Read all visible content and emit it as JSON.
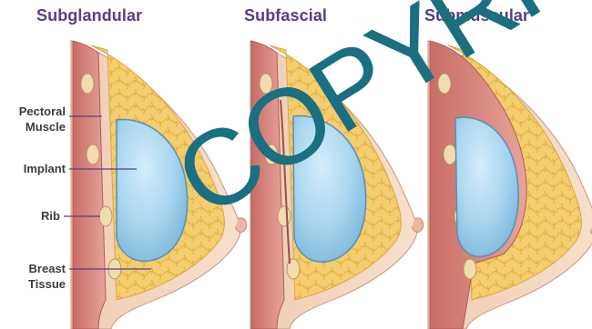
{
  "panels": [
    {
      "title": "Subglandular"
    },
    {
      "title": "Subfascial"
    },
    {
      "title": "Submuscular"
    }
  ],
  "callouts": {
    "pectoral_muscle": "Pectoral\nMuscle",
    "implant": "Implant",
    "rib": "Rib",
    "breast_tissue": "Breast\nTissue"
  },
  "watermark": "COPYRIG",
  "colors": {
    "title": "#5a3c8a",
    "muscle": "#d98a82",
    "fat": "#f4d27a",
    "skin": "#f6dcc6",
    "implant": "#a9d6ee",
    "watermark": "#1a6f80"
  }
}
